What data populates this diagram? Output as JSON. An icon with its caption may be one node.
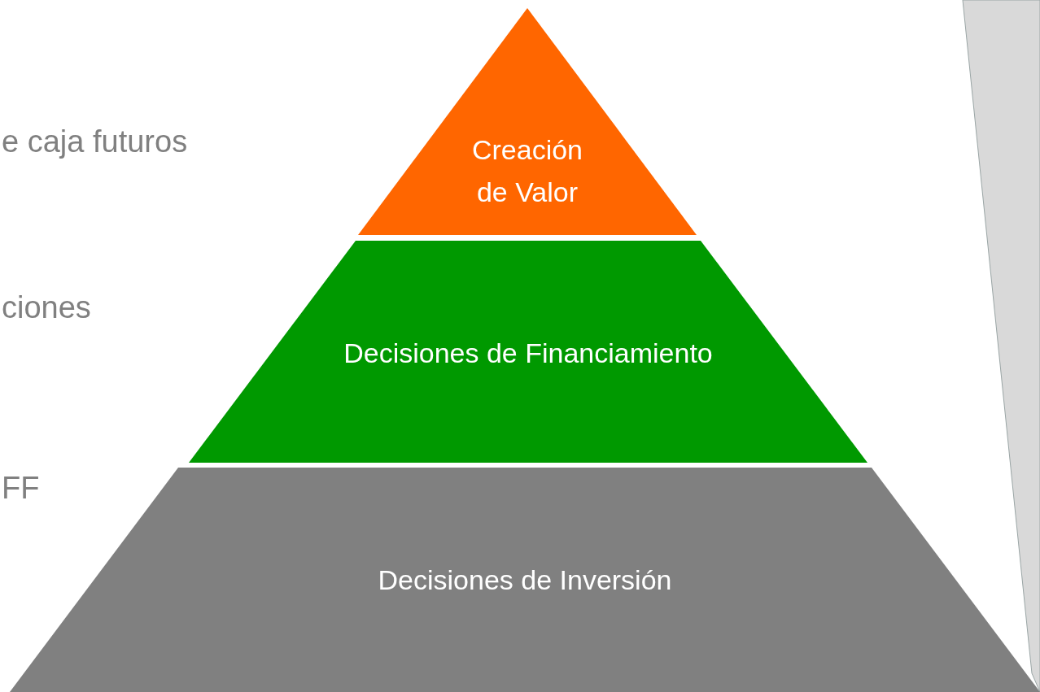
{
  "diagram": {
    "nodes": [
      {
        "text": [
          "Creación de Valor"
        ]
      },
      {
        "text": [
          "Decisiones de Financiamiento"
        ]
      },
      {
        "text": [
          "Decisiones de Inversión"
        ]
      }
    ],
    "labels": [
      "e caja futuros",
      "ciones",
      "FF"
    ]
  }
}
